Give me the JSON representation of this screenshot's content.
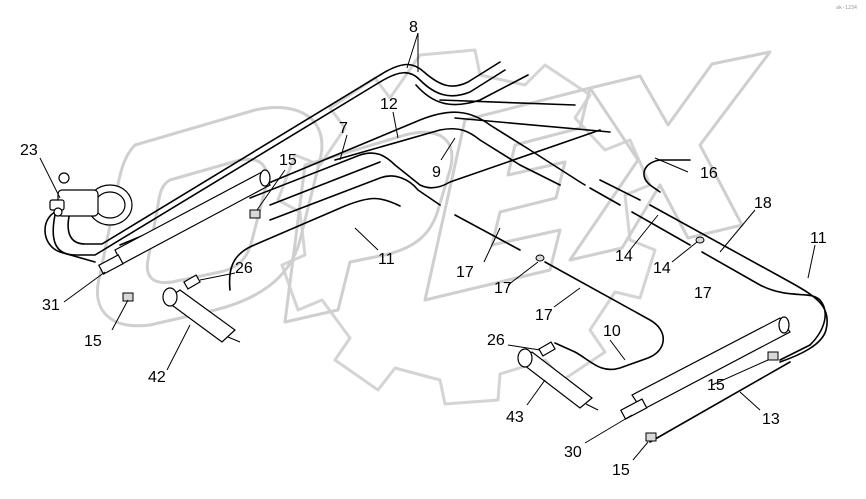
{
  "corner_mark": "ak-1234",
  "watermark": "OPEX",
  "callouts": [
    {
      "id": "c8",
      "text": "8"
    },
    {
      "id": "c12",
      "text": "12"
    },
    {
      "id": "c7",
      "text": "7"
    },
    {
      "id": "c9",
      "text": "9"
    },
    {
      "id": "c23",
      "text": "23"
    },
    {
      "id": "c15a",
      "text": "15"
    },
    {
      "id": "c16",
      "text": "16"
    },
    {
      "id": "c18",
      "text": "18"
    },
    {
      "id": "c11a",
      "text": "11"
    },
    {
      "id": "c11b",
      "text": "11"
    },
    {
      "id": "c26a",
      "text": "26"
    },
    {
      "id": "c17a",
      "text": "17"
    },
    {
      "id": "c17b",
      "text": "17"
    },
    {
      "id": "c14a",
      "text": "14"
    },
    {
      "id": "c14b",
      "text": "14"
    },
    {
      "id": "c17c",
      "text": "17"
    },
    {
      "id": "c31",
      "text": "31"
    },
    {
      "id": "c15b",
      "text": "15"
    },
    {
      "id": "c42",
      "text": "42"
    },
    {
      "id": "c17d",
      "text": "17"
    },
    {
      "id": "c26b",
      "text": "26"
    },
    {
      "id": "c10",
      "text": "10"
    },
    {
      "id": "c15c",
      "text": "15"
    },
    {
      "id": "c43",
      "text": "43"
    },
    {
      "id": "c13",
      "text": "13"
    },
    {
      "id": "c30",
      "text": "30"
    },
    {
      "id": "c15d",
      "text": "15"
    }
  ]
}
